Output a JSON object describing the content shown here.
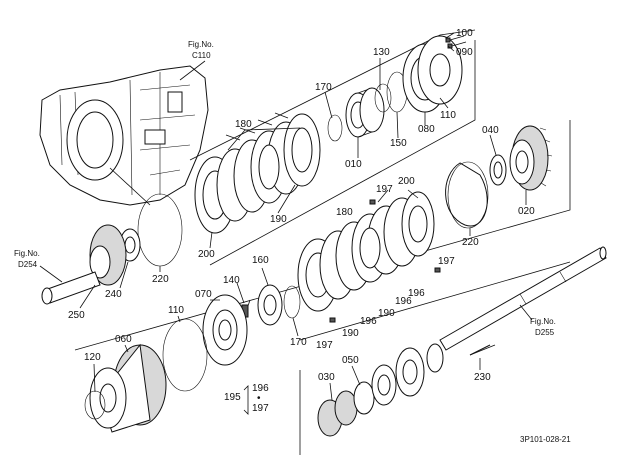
{
  "figure_refs": [
    {
      "id": "c110",
      "line1": "Fig.No.",
      "line2": "C110"
    },
    {
      "id": "d254",
      "line1": "Fig.No.",
      "line2": "D254"
    },
    {
      "id": "d255",
      "line1": "Fig.No.",
      "line2": "D255"
    }
  ],
  "part_labels": {
    "p100": "100",
    "p090": "090",
    "p130": "130",
    "p170a": "170",
    "p110a": "110",
    "p080": "080",
    "p150": "150",
    "p010": "010",
    "p180a": "180",
    "p190a": "190",
    "p200a": "200",
    "p220a": "220",
    "p040": "040",
    "p020": "020",
    "p197a": "197",
    "p200b": "200",
    "p180b": "180",
    "p197b": "197",
    "p196a": "196",
    "p196b": "196",
    "p196c": "196",
    "p190b": "190",
    "p190c": "190",
    "p197c": "197",
    "p220b": "220",
    "p240": "240",
    "p250": "250",
    "p140": "140",
    "p160": "160",
    "p070": "070",
    "p110b": "110",
    "p060": "060",
    "p120": "120",
    "p170b": "170",
    "p030": "030",
    "p050": "050",
    "p230": "230",
    "p195": "195",
    "p196d": "196",
    "p197d": "197",
    "dots": "•"
  },
  "drawing_code": "3P101-028-21"
}
